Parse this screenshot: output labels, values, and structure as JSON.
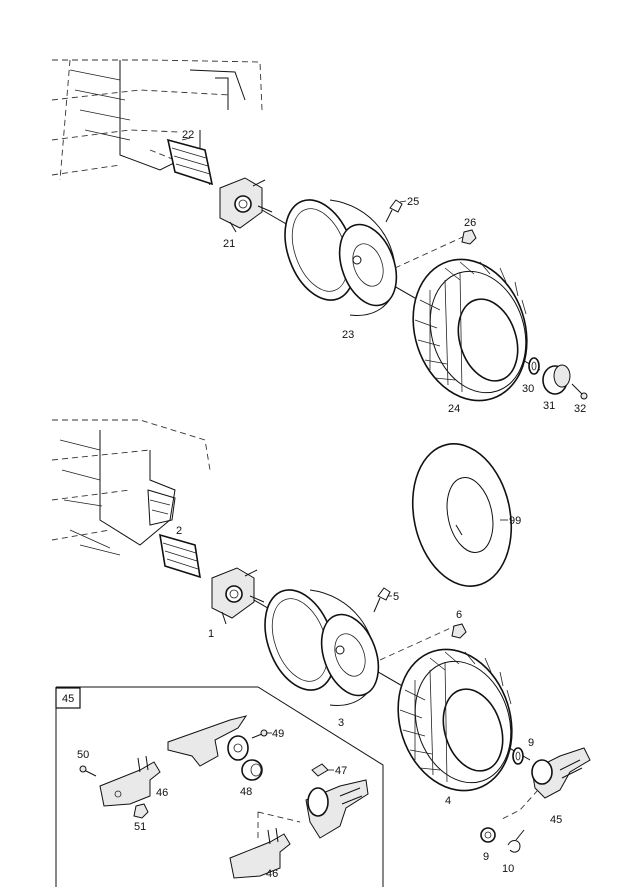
{
  "callouts": {
    "c22": "22",
    "c21": "21",
    "c25": "25",
    "c26": "26",
    "c23": "23",
    "c24": "24",
    "c30": "30",
    "c31": "31",
    "c32": "32",
    "c2": "2",
    "c1": "1",
    "c99": "99",
    "c5": "5",
    "c6": "6",
    "c3": "3",
    "c4": "4",
    "c9a": "9",
    "c45": "45",
    "c9b": "9",
    "c10": "10",
    "c45box": "45",
    "c49": "49",
    "c50": "50",
    "c46a": "46",
    "c48": "48",
    "c47": "47",
    "c51": "51",
    "c46b": "46"
  }
}
